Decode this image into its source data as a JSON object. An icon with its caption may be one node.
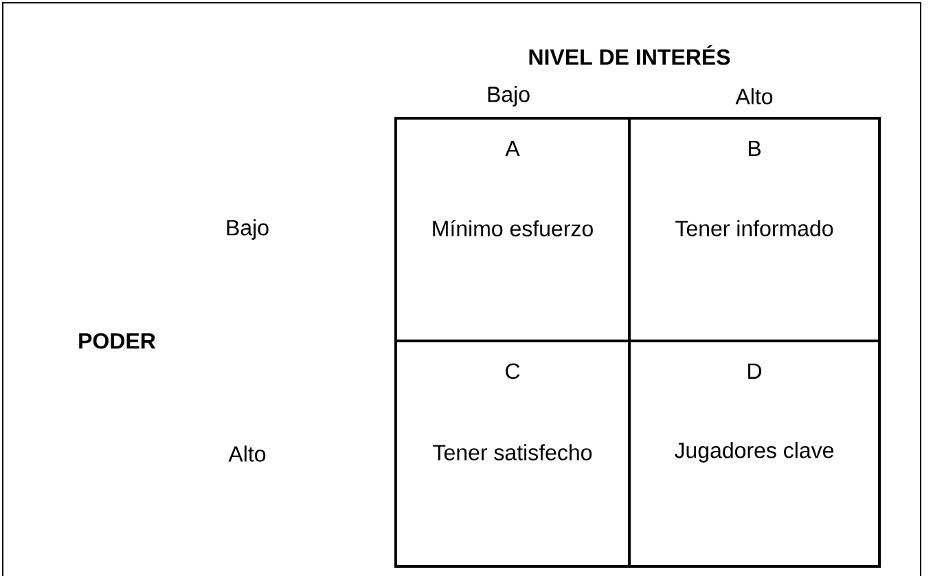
{
  "diagram": {
    "nodes": [
      {
        "text": [
          "A",
          "Mínimo esfuerzo"
        ]
      },
      {
        "text": [
          "B",
          "Tener informado"
        ]
      },
      {
        "text": [
          "C",
          "Tener satisfecho"
        ]
      },
      {
        "text": [
          "D",
          "Jugadores clave"
        ]
      }
    ],
    "labels": [
      "NIVEL DE INTERÉS",
      "Bajo",
      "Alto",
      "Bajo",
      "PODER",
      "Alto"
    ]
  }
}
